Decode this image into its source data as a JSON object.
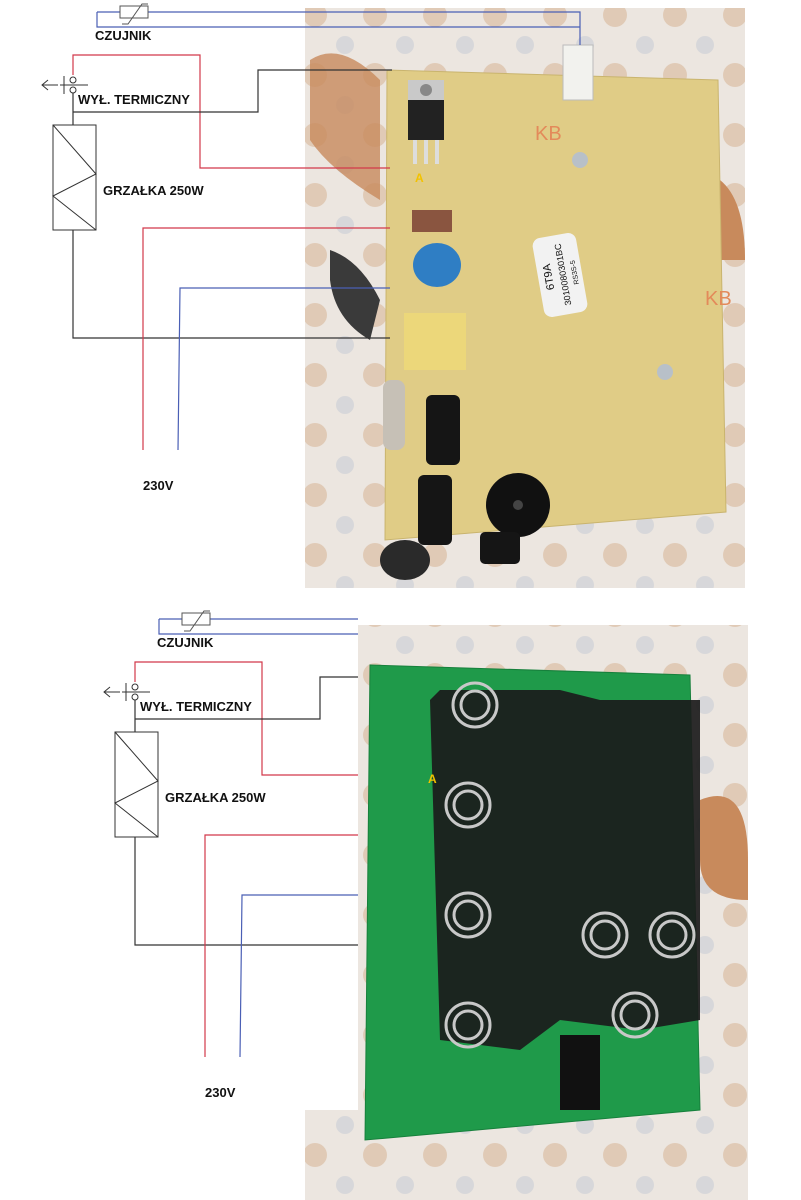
{
  "diagrams": [
    {
      "sensor_label": "CZUJNIK",
      "switch_label": "WYŁ. TERMICZNY",
      "heater_label": "GRZAŁKA 250W",
      "supply_label": "230V",
      "marker_label": "A"
    },
    {
      "sensor_label": "CZUJNIK",
      "switch_label": "WYŁ. TERMICZNY",
      "heater_label": "GRZAŁKA 250W",
      "supply_label": "230V",
      "marker_label": "A"
    }
  ],
  "top_board": {
    "label_text": [
      "6T9A",
      "3010080301BC",
      "RS3S-5"
    ],
    "silkscreen": "KB"
  },
  "colors": {
    "wire_red": "#d2384a",
    "wire_blue": "#4a5fb5",
    "wire_black": "#333333",
    "pcb_tan": "#e0cc86",
    "pcb_green": "#1f9a4a",
    "marker_yellow": "#f2c200"
  }
}
